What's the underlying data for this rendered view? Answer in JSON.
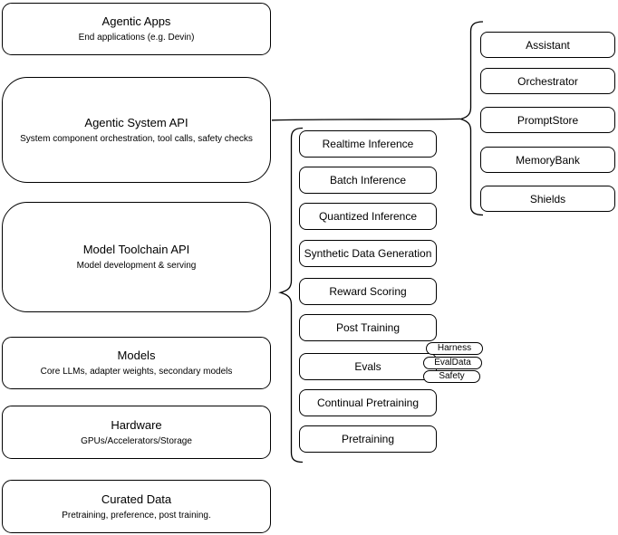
{
  "stack": {
    "boxes": [
      {
        "title": "Agentic Apps",
        "subtitle": "End applications (e.g. Devin)"
      },
      {
        "title": "Agentic System API",
        "subtitle": "System component orchestration, tool calls, safety checks"
      },
      {
        "title": "Model Toolchain API",
        "subtitle": "Model development & serving"
      },
      {
        "title": "Models",
        "subtitle": "Core LLMs, adapter weights, secondary models"
      },
      {
        "title": "Hardware",
        "subtitle": "GPUs/Accelerators/Storage"
      },
      {
        "title": "Curated Data",
        "subtitle": "Pretraining, preference, post training."
      }
    ]
  },
  "toolchain": {
    "items": [
      "Realtime Inference",
      "Batch Inference",
      "Quantized Inference",
      "Synthetic Data Generation",
      "Reward Scoring",
      "Post Training",
      "Evals",
      "Continual Pretraining",
      "Pretraining"
    ]
  },
  "eval_tags": [
    "Harness",
    "EvalData",
    "Safety"
  ],
  "system_components": [
    "Assistant",
    "Orchestrator",
    "PromptStore",
    "MemoryBank",
    "Shields"
  ],
  "colors": {
    "stroke": "#000000",
    "background": "#ffffff",
    "text": "#000000"
  }
}
